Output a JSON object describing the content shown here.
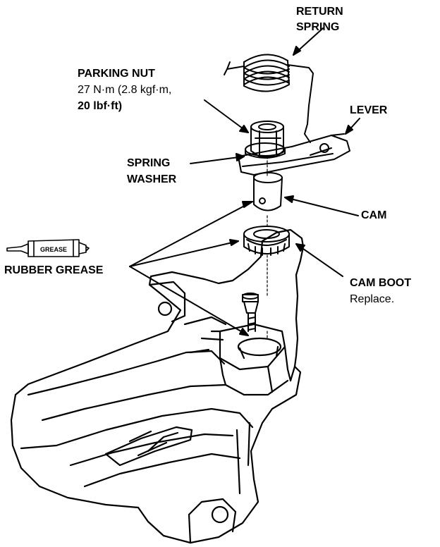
{
  "labels": {
    "return_spring": [
      "RETURN",
      "SPRING"
    ],
    "parking_nut": {
      "title": "PARKING NUT",
      "torque_line1": "27 N·m (2.8 kgf·m,",
      "torque_line2": "20 lbf·ft)"
    },
    "lever": "LEVER",
    "spring_washer": [
      "SPRING",
      "WASHER"
    ],
    "cam": "CAM",
    "rubber_grease": "RUBBER GREASE",
    "cam_boot": {
      "title": "CAM BOOT",
      "note": "Replace."
    },
    "grease_tube_text": "GREASE"
  },
  "colors": {
    "ink": "#000000",
    "paper": "#ffffff"
  },
  "icons": [
    "grease-tube-icon"
  ]
}
